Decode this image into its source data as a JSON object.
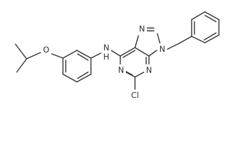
{
  "structure": {
    "colors": {
      "bond": "#333333",
      "label": "#333333",
      "background": "#ffffff"
    },
    "labels": {
      "o_ether": "O",
      "nh": "N",
      "nh_h": "H",
      "n_ring_1": "N",
      "n_ring_3": "N",
      "n_imid_7": "N",
      "n_imid_9": "N",
      "chlorine": "Cl"
    }
  }
}
